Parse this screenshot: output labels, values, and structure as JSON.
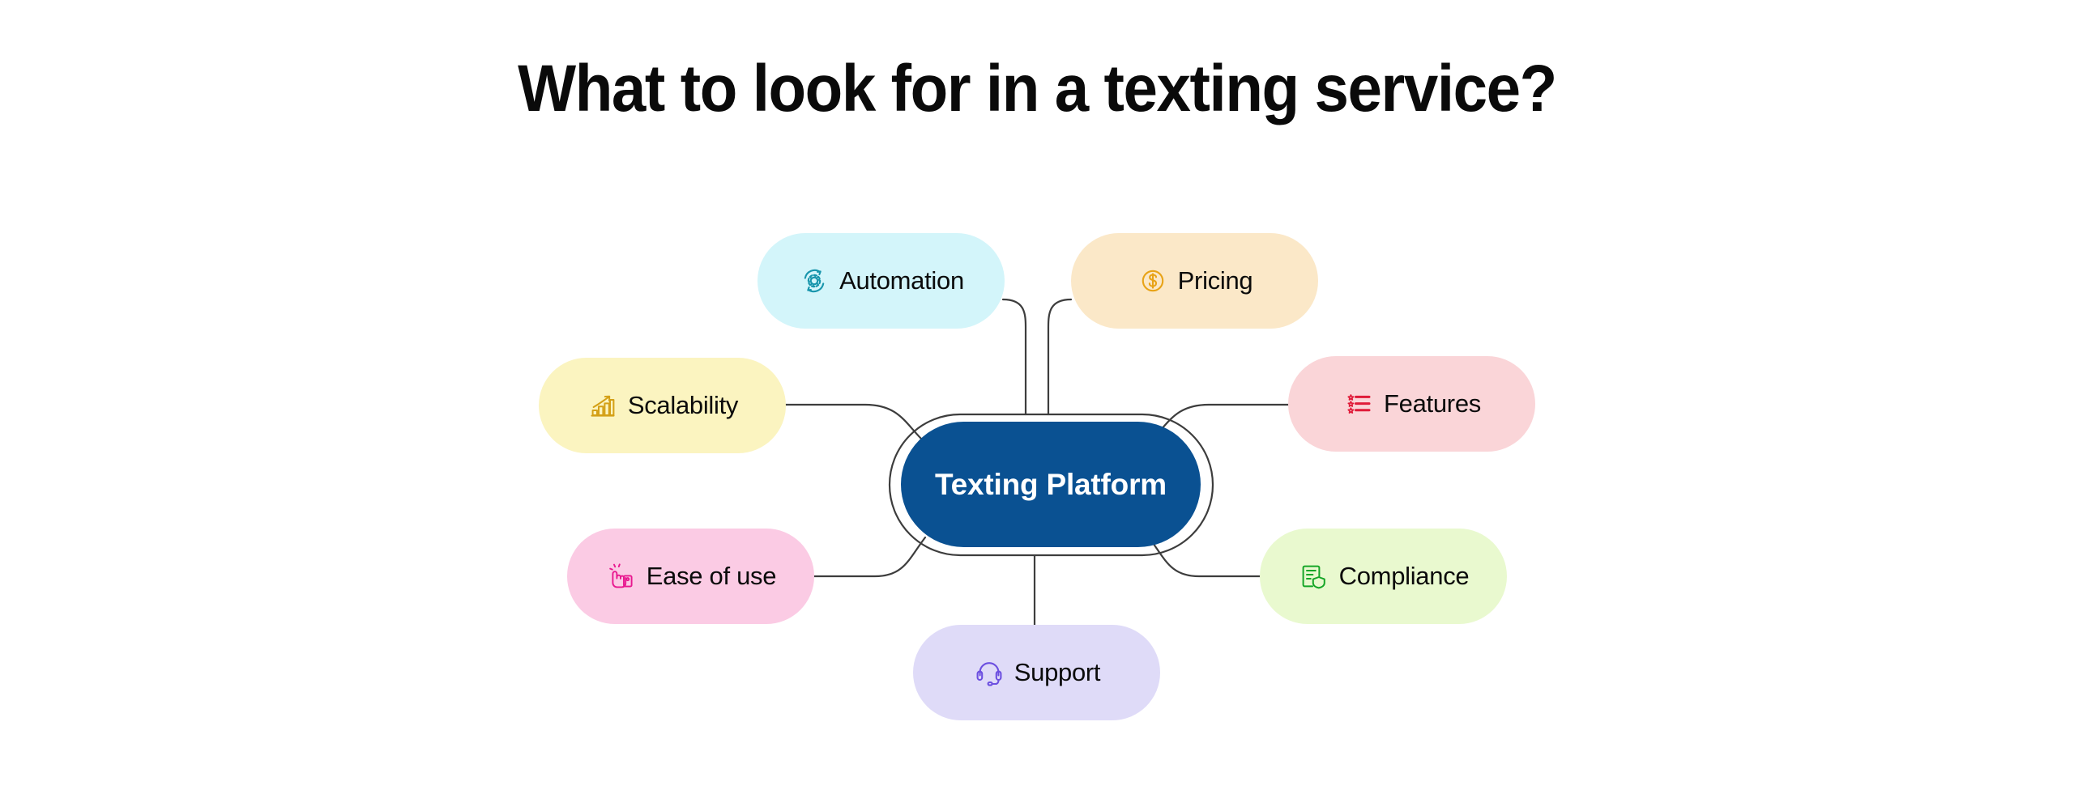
{
  "page": {
    "title": "What to look for in a texting service?",
    "background_color": "#ffffff",
    "connector_color": "#3d3d3d"
  },
  "center": {
    "label": "Texting Platform",
    "fill_color": "#0a5192",
    "text_color": "#ffffff",
    "halo_stroke_color": "#3d3d3d"
  },
  "nodes": [
    {
      "id": "automation",
      "label": "Automation",
      "icon": "automation-gear-refresh-icon",
      "fill_color": "#d3f5fa",
      "icon_color": "#1795ac",
      "text_color": "#0b0b0b",
      "position": "top-left"
    },
    {
      "id": "pricing",
      "label": "Pricing",
      "icon": "dollar-coin-icon",
      "fill_color": "#fbe8c8",
      "icon_color": "#e8a317",
      "text_color": "#0b0b0b",
      "position": "top-right"
    },
    {
      "id": "features",
      "label": "Features",
      "icon": "star-checklist-icon",
      "fill_color": "#fad5d8",
      "icon_color": "#e01b39",
      "text_color": "#0b0b0b",
      "position": "right-upper"
    },
    {
      "id": "scalability",
      "label": "Scalability",
      "icon": "growth-bar-chart-icon",
      "fill_color": "#fbf4c0",
      "icon_color": "#d4a017",
      "text_color": "#0b0b0b",
      "position": "left-upper"
    },
    {
      "id": "easeofuse",
      "label": "Ease of use",
      "icon": "hand-tap-screen-icon",
      "fill_color": "#fbcbe4",
      "icon_color": "#e8188f",
      "text_color": "#0b0b0b",
      "position": "left-lower"
    },
    {
      "id": "compliance",
      "label": "Compliance",
      "icon": "document-shield-icon",
      "fill_color": "#e9f9cf",
      "icon_color": "#16a627",
      "text_color": "#0b0b0b",
      "position": "right-lower"
    },
    {
      "id": "support",
      "label": "Support",
      "icon": "headset-icon",
      "fill_color": "#dfdbf8",
      "icon_color": "#6c4fe0",
      "text_color": "#0b0b0b",
      "position": "bottom"
    }
  ],
  "chart_data": {
    "type": "mindmap",
    "title": "What to look for in a texting service?",
    "root": "Texting Platform",
    "branches": [
      "Automation",
      "Pricing",
      "Features",
      "Scalability",
      "Ease of use",
      "Compliance",
      "Support"
    ],
    "branch_count": 7,
    "legend": "none",
    "grid": false
  }
}
